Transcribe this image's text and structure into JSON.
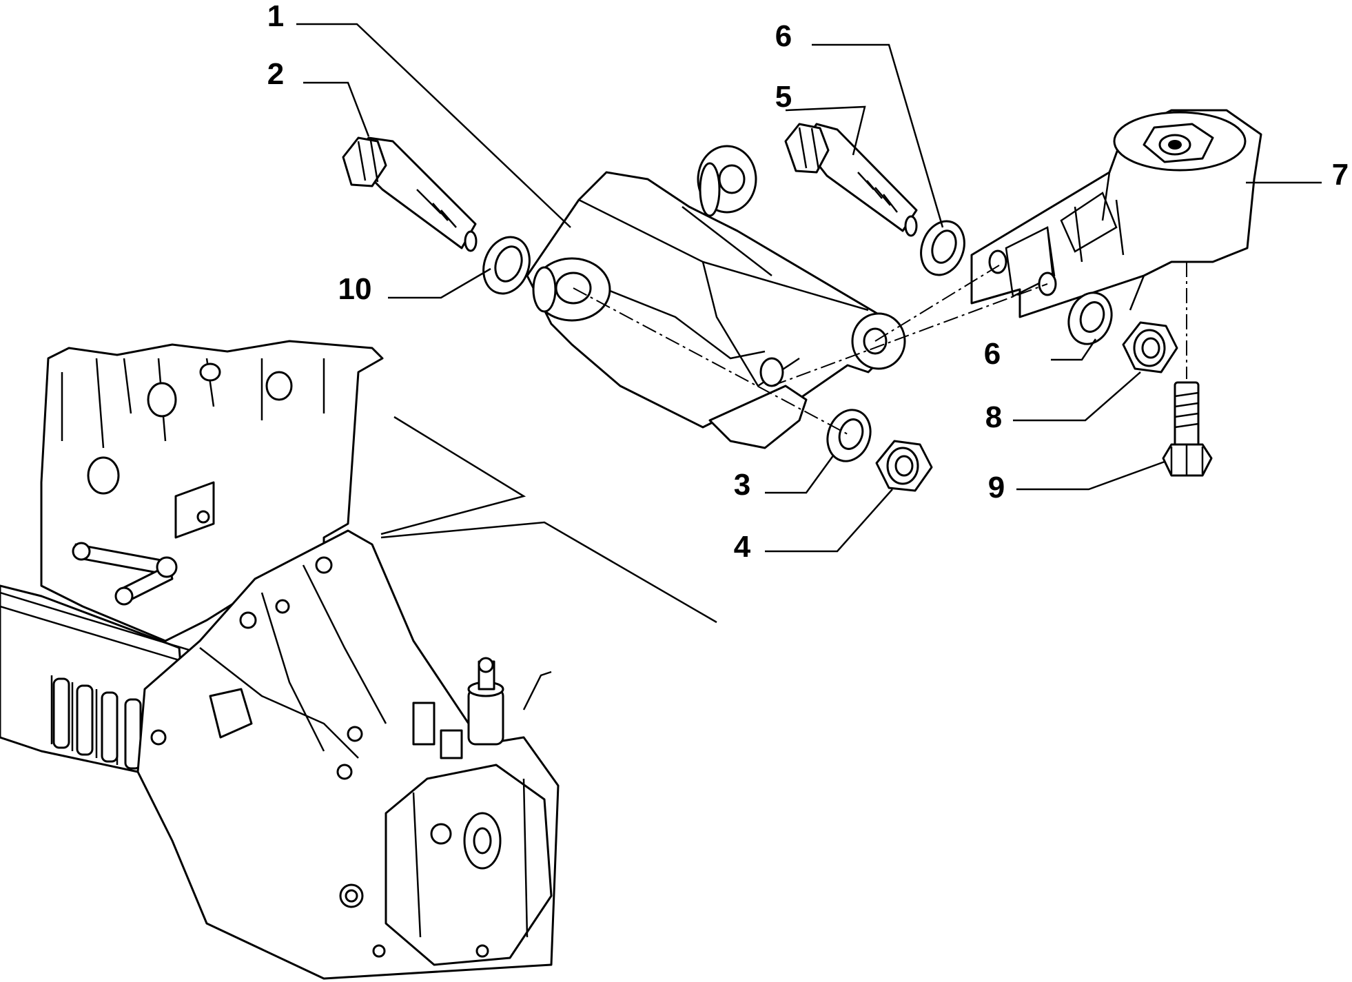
{
  "callouts": [
    {
      "id": "1",
      "label": "1"
    },
    {
      "id": "2",
      "label": "2"
    },
    {
      "id": "3",
      "label": "3"
    },
    {
      "id": "4",
      "label": "4"
    },
    {
      "id": "5",
      "label": "5"
    },
    {
      "id": "6a",
      "label": "6"
    },
    {
      "id": "6b",
      "label": "6"
    },
    {
      "id": "7",
      "label": "7"
    },
    {
      "id": "8",
      "label": "8"
    },
    {
      "id": "9",
      "label": "9"
    },
    {
      "id": "10",
      "label": "10"
    }
  ],
  "colors": {
    "line": "#000000",
    "background": "#ffffff"
  }
}
